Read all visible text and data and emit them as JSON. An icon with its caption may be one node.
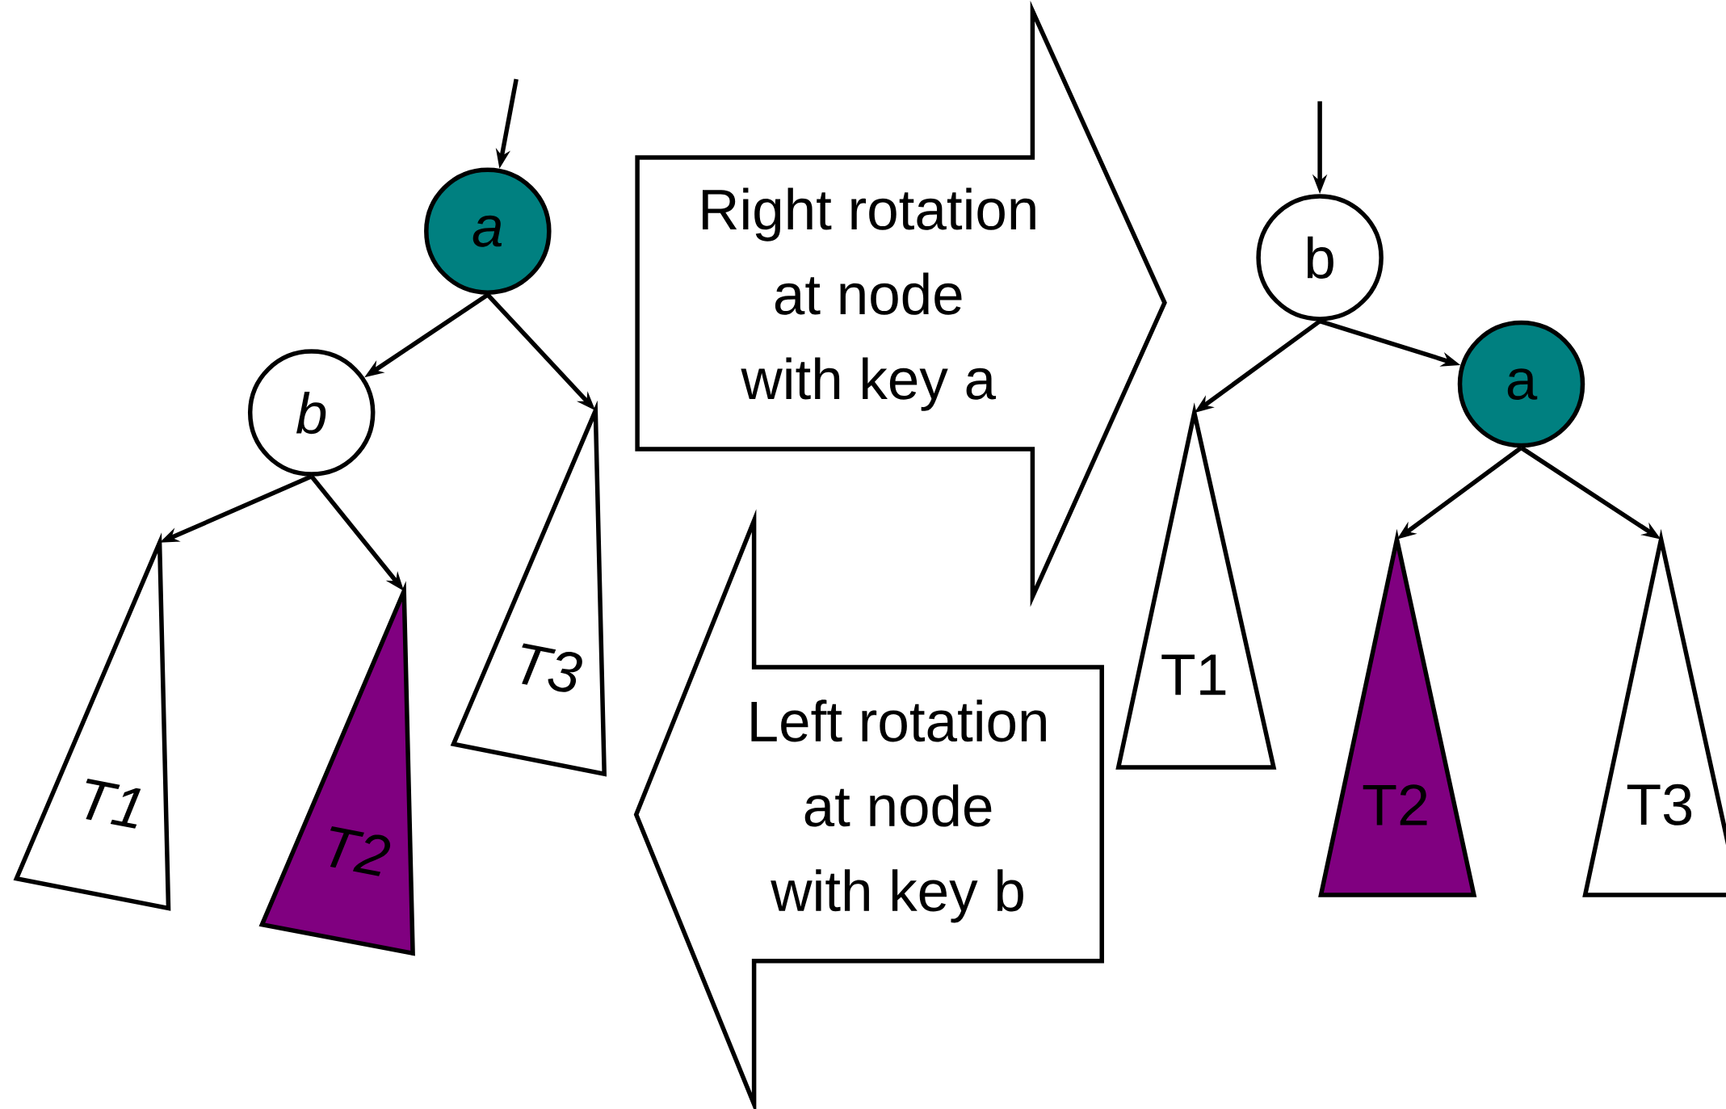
{
  "diagram": {
    "nodes": [
      {
        "text": [
          "a"
        ]
      },
      {
        "text": [
          "b"
        ]
      },
      {
        "text": [
          "T1"
        ]
      },
      {
        "text": [
          "T2"
        ]
      },
      {
        "text": [
          "T3"
        ]
      },
      {
        "text": [
          "Right rotation at node with key a"
        ]
      },
      {
        "text": [
          "Left rotation at node with key b"
        ]
      },
      {
        "text": [
          "b"
        ]
      },
      {
        "text": [
          "a"
        ]
      },
      {
        "text": [
          "T1"
        ]
      },
      {
        "text": [
          "T2"
        ]
      },
      {
        "text": [
          "T3"
        ]
      }
    ],
    "edges": [
      {
        "from": null,
        "to": 0,
        "arrow": "to"
      },
      {
        "from": 0,
        "to": 1,
        "arrow": "to"
      },
      {
        "from": 0,
        "to": 4,
        "arrow": "to"
      },
      {
        "from": 1,
        "to": 2,
        "arrow": "to"
      },
      {
        "from": 1,
        "to": 3,
        "arrow": "to"
      },
      {
        "from": null,
        "to": 7,
        "arrow": "to"
      },
      {
        "from": 7,
        "to": 9,
        "arrow": "to"
      },
      {
        "from": 7,
        "to": 8,
        "arrow": "to"
      },
      {
        "from": 8,
        "to": 10,
        "arrow": "to"
      },
      {
        "from": 8,
        "to": 11,
        "arrow": "to"
      }
    ]
  }
}
